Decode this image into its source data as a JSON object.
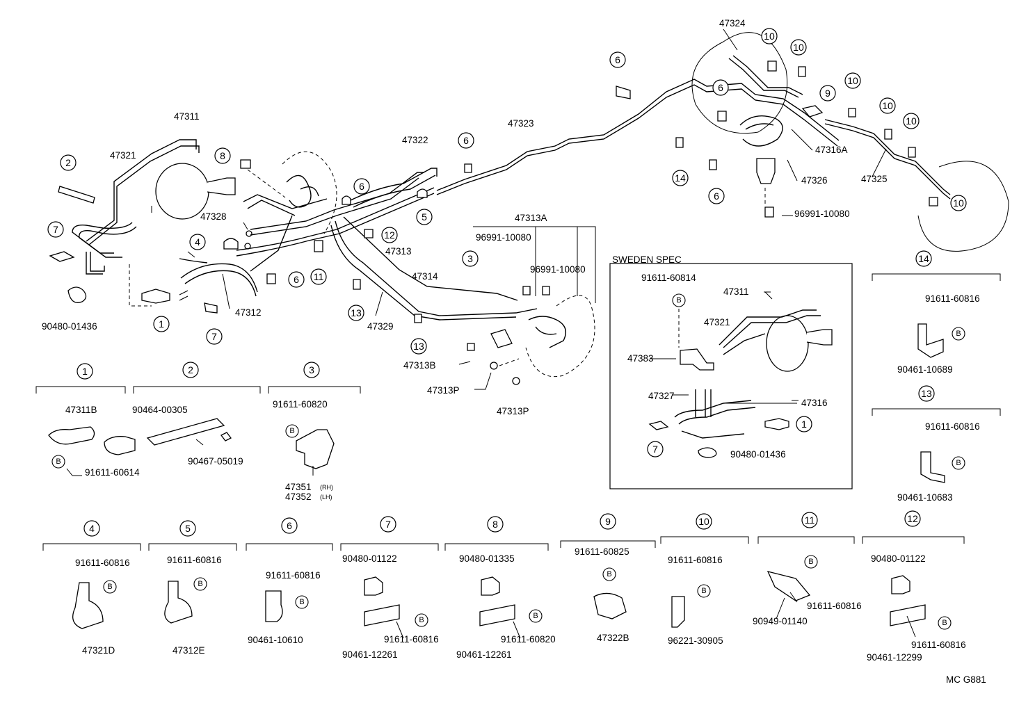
{
  "parts": {
    "p47311": "47311",
    "p47321": "47321",
    "p47328": "47328",
    "p47312": "47312",
    "p90480_01436": "90480-01436",
    "p47322": "47322",
    "p47313": "47313",
    "p47323": "47323",
    "p47314": "47314",
    "p47329": "47329",
    "p47313A": "47313A",
    "p96991_a": "96991-10080",
    "p96991_b": "96991-10080",
    "p47313B": "47313B",
    "p47313P_a": "47313P",
    "p47313P_b": "47313P",
    "p47324": "47324",
    "p47316A": "47316A",
    "p47326": "47326",
    "p96991_c": "96991-10080",
    "p47325": "47325"
  },
  "sweden": {
    "title": "SWEDEN SPEC",
    "p91611_60814": "91611-60814",
    "p47311": "47311",
    "p47321": "47321",
    "p47383": "47383",
    "p47327": "47327",
    "p47316": "47316",
    "p90480_01436": "90480-01436"
  },
  "details": {
    "d1": {
      "a": "47311B",
      "b": "91611-60614"
    },
    "d2": {
      "a": "90464-00305",
      "b": "90467-05019"
    },
    "d3": {
      "a": "91611-60820",
      "b": "47351",
      "b_sub": "(RH)",
      "c": "47352",
      "c_sub": "(LH)"
    },
    "d4": {
      "a": "91611-60816",
      "b": "47321D"
    },
    "d5": {
      "a": "91611-60816",
      "b": "47312E"
    },
    "d6": {
      "a": "91611-60816",
      "b": "90461-10610"
    },
    "d7": {
      "a": "90480-01122",
      "b": "91611-60816",
      "c": "90461-12261"
    },
    "d8": {
      "a": "90480-01335",
      "b": "91611-60820",
      "c": "90461-12261"
    },
    "d9": {
      "a": "91611-60825",
      "b": "47322B"
    },
    "d10": {
      "a": "91611-60816",
      "b": "96221-30905"
    },
    "d11": {
      "a": "91611-60816",
      "b": "90949-01140"
    },
    "d12": {
      "a": "90480-01122",
      "b": "91611-60816",
      "c": "90461-12299"
    },
    "d13": {
      "a": "91611-60816",
      "b": "90461-10683"
    },
    "d14": {
      "a": "91611-60816",
      "b": "90461-10689"
    }
  },
  "callouts": {
    "n1": "1",
    "n2": "2",
    "n3": "3",
    "n4": "4",
    "n5": "5",
    "n6": "6",
    "n7": "7",
    "n8": "8",
    "n9": "9",
    "n10": "10",
    "n11": "11",
    "n12": "12",
    "n13": "13",
    "n14": "14",
    "bolt": "B"
  },
  "footer": {
    "code": "MC G881"
  }
}
